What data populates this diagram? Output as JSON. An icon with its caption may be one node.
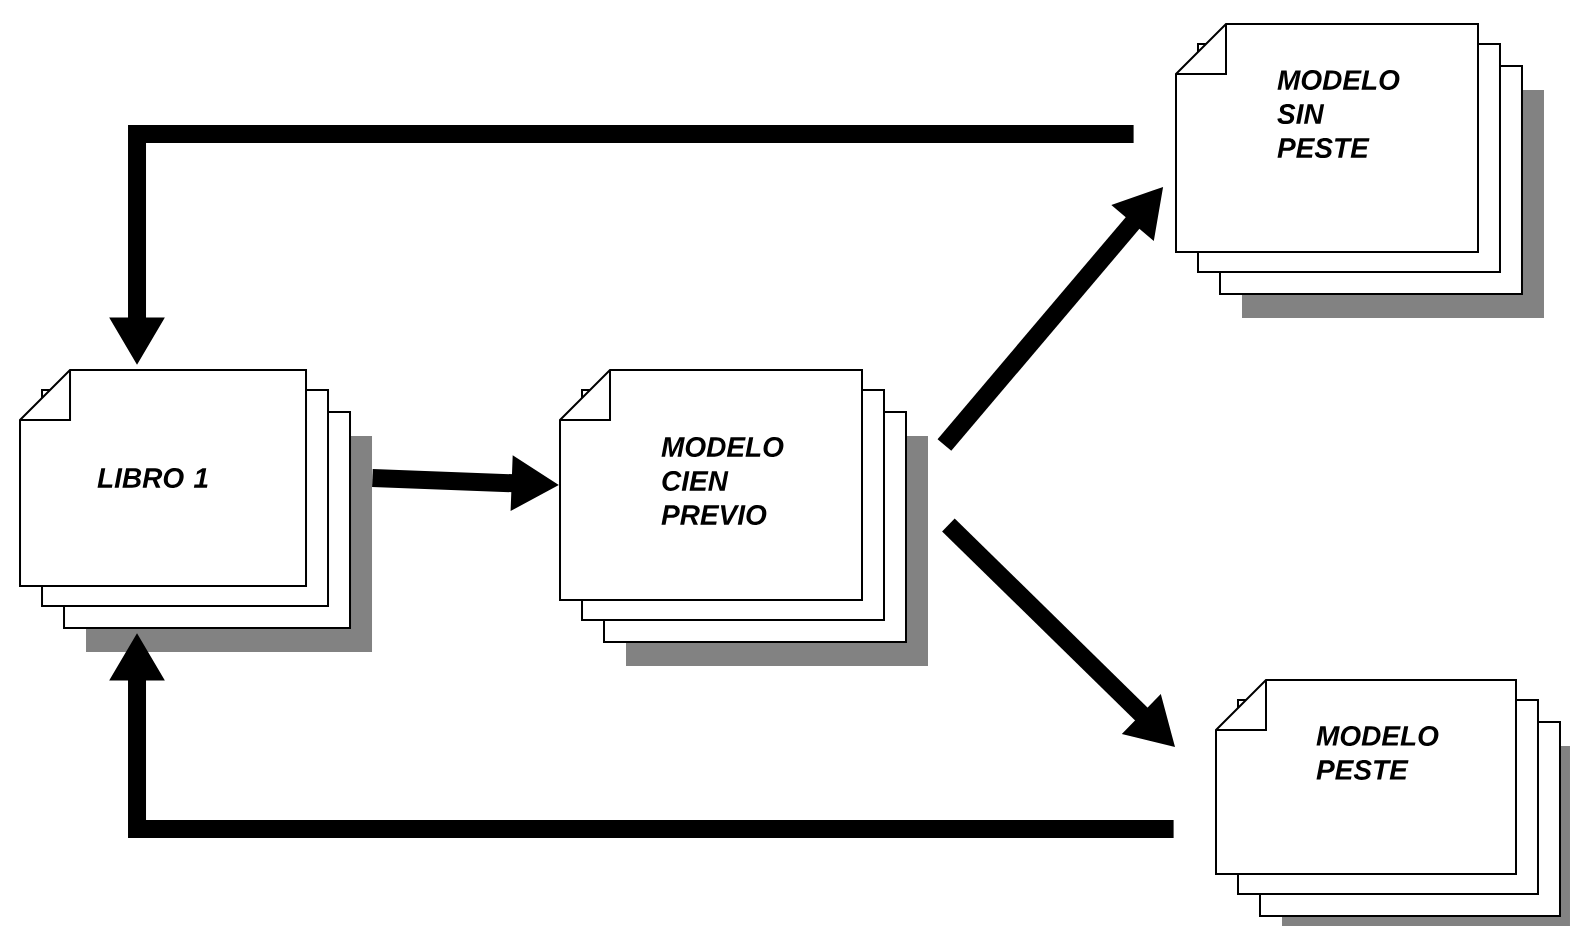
{
  "diagram": {
    "nodes": [
      {
        "text": [
          "LIBRO 1"
        ]
      },
      {
        "text": [
          "MODELO CIEN PREVIO"
        ]
      },
      {
        "text": [
          "MODELO SIN PESTE"
        ]
      },
      {
        "text": [
          "MODELO PESTE"
        ]
      }
    ],
    "edges": [
      {
        "from": 0,
        "to": 1,
        "arrow": "to"
      },
      {
        "from": 1,
        "to": 2,
        "arrow": "to"
      },
      {
        "from": 1,
        "to": 3,
        "arrow": "to"
      },
      {
        "from": 2,
        "to": 0,
        "arrow": "to"
      },
      {
        "from": 3,
        "to": 0,
        "arrow": "to"
      }
    ]
  }
}
